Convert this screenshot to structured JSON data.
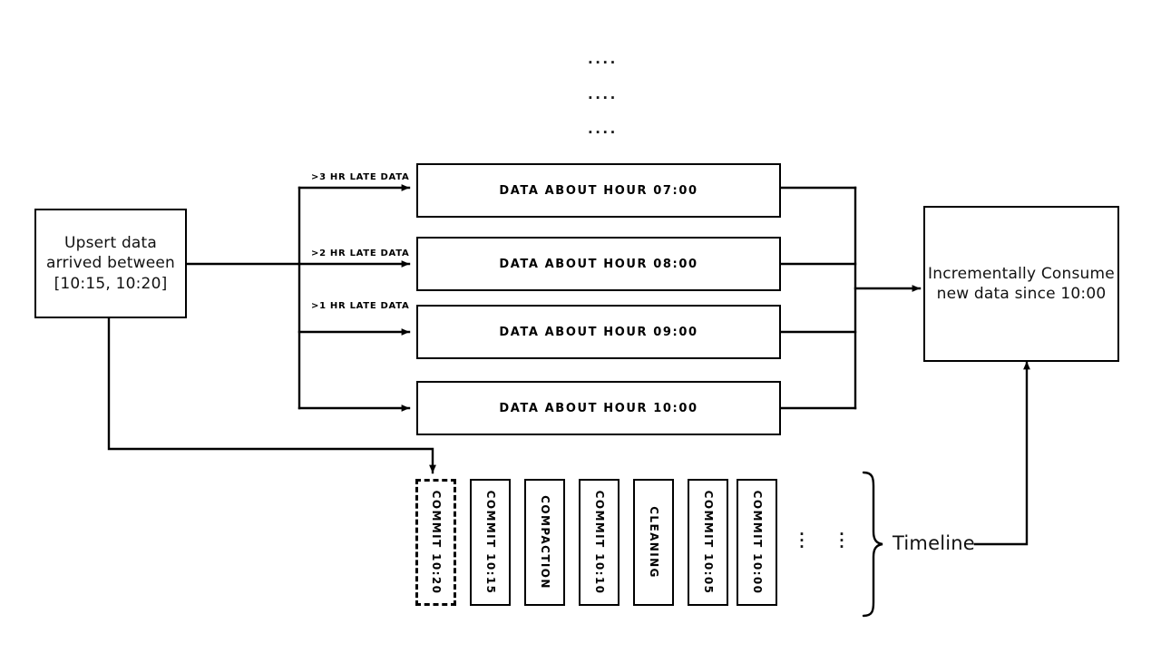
{
  "diagram": {
    "title": "Incremental ingestion and timeline diagram",
    "colors": {
      "stroke": "#000000",
      "background": "#ffffff",
      "text": "#000000"
    },
    "ellipsis_top": [
      "....",
      "....",
      "...."
    ],
    "source_box": {
      "lines": [
        "Upsert data",
        "arrived between",
        "[10:15, 10:20]"
      ]
    },
    "arrow_labels": [
      ">3 HR LATE DATA",
      ">2 HR LATE DATA",
      ">1 HR LATE DATA"
    ],
    "data_boxes": [
      {
        "label": "DATA ABOUT HOUR 07:00"
      },
      {
        "label": "DATA ABOUT HOUR 08:00"
      },
      {
        "label": "DATA ABOUT HOUR 09:00"
      },
      {
        "label": "DATA ABOUT HOUR 10:00"
      }
    ],
    "consume_box": {
      "lines": [
        "Incrementally Consume",
        "new data since 10:00"
      ]
    },
    "timeline": {
      "label": "Timeline",
      "commits": [
        {
          "label": "COMMIT 10:20",
          "style": "dashed"
        },
        {
          "label": "COMMIT 10:15",
          "style": "solid"
        },
        {
          "label": "COMPACTION",
          "style": "solid"
        },
        {
          "label": "COMMIT 10:10",
          "style": "solid"
        },
        {
          "label": "CLEANING",
          "style": "solid"
        },
        {
          "label": "COMMIT 10:05",
          "style": "solid"
        },
        {
          "label": "COMMIT 10:00",
          "style": "solid"
        }
      ],
      "ellipsis_columns": [
        "...",
        "..."
      ]
    }
  }
}
